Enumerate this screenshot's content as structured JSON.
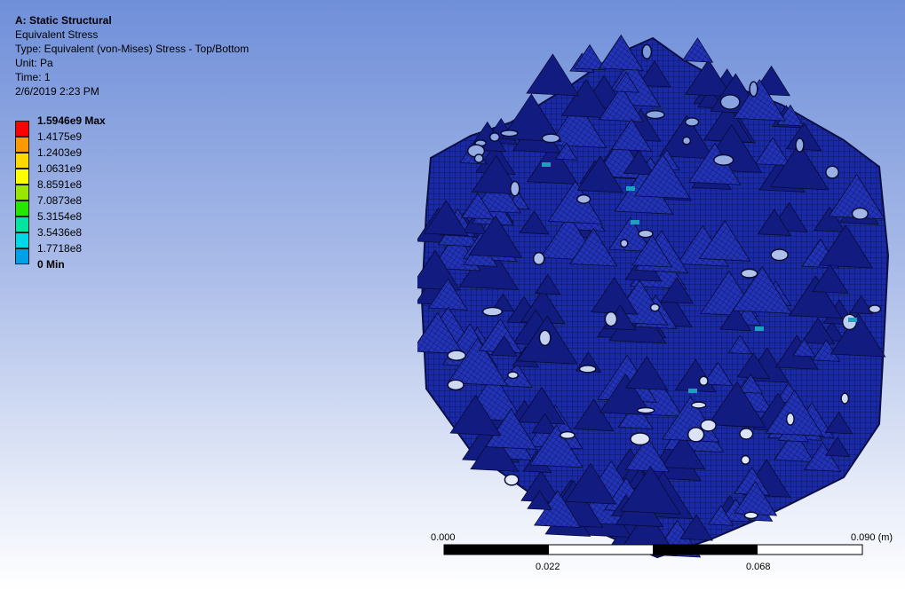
{
  "info": {
    "title": "A: Static Structural",
    "result": "Equivalent Stress",
    "type": "Type: Equivalent (von-Mises) Stress - Top/Bottom",
    "unit": "Unit: Pa",
    "time": "Time: 1",
    "date": "2/6/2019 2:23 PM"
  },
  "legend": {
    "entries": [
      {
        "label": "1.5946e9 Max",
        "bold": true
      },
      {
        "label": "1.4175e9"
      },
      {
        "label": "1.2403e9"
      },
      {
        "label": "1.0631e9"
      },
      {
        "label": "8.8591e8"
      },
      {
        "label": "7.0873e8"
      },
      {
        "label": "5.3154e8"
      },
      {
        "label": "3.5436e8"
      },
      {
        "label": "1.7718e8"
      },
      {
        "label": "0 Min",
        "bold": true
      }
    ],
    "colors": [
      "#ff0000",
      "#ff9900",
      "#ffd800",
      "#ffff00",
      "#99e600",
      "#26e600",
      "#00e6a0",
      "#00d8e6",
      "#00a0e6",
      "#0000ff"
    ]
  },
  "scale_bar": {
    "top_left": "0.000",
    "top_right": "0.090",
    "unit": "(m)",
    "bottom_1": "0.022",
    "bottom_2": "0.068"
  }
}
